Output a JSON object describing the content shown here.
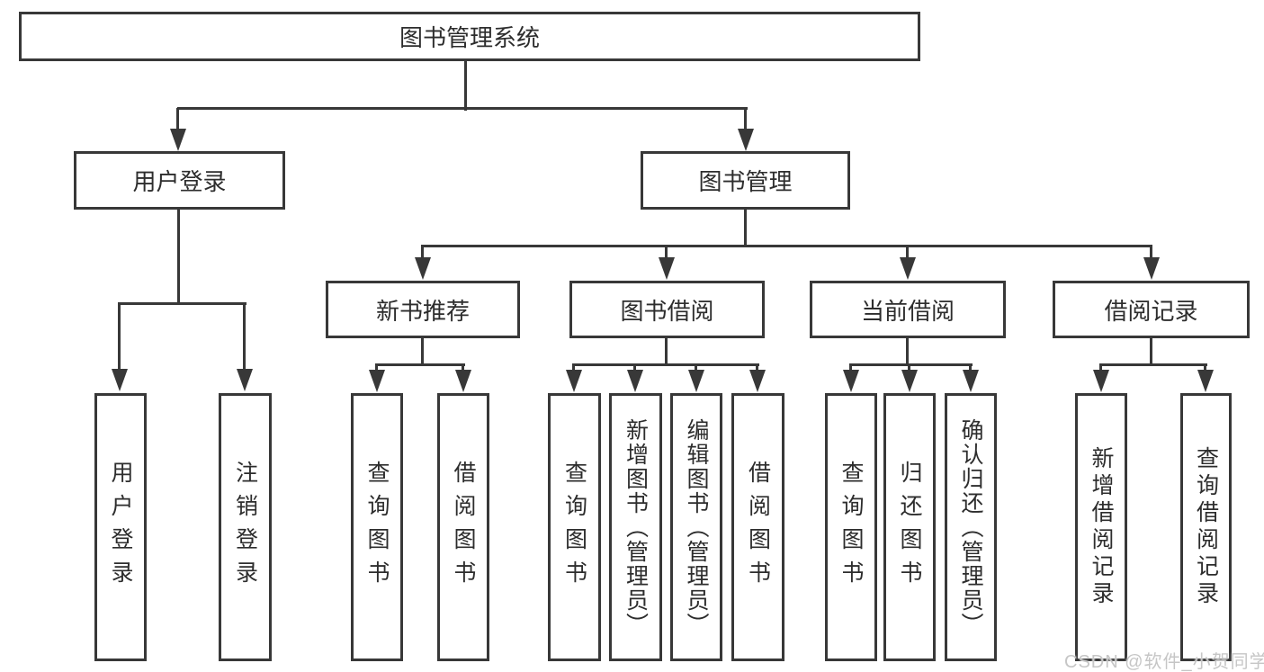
{
  "diagram_type": "hierarchy-tree",
  "tree": {
    "label": "图书管理系统",
    "children": [
      {
        "label": "用户登录",
        "children": [
          {
            "label": "用户登录"
          },
          {
            "label": "注销登录"
          }
        ]
      },
      {
        "label": "图书管理",
        "children": [
          {
            "label": "新书推荐",
            "children": [
              {
                "label": "查询图书"
              },
              {
                "label": "借阅图书"
              }
            ]
          },
          {
            "label": "图书借阅",
            "children": [
              {
                "label": "查询图书"
              },
              {
                "label": "新增图书（管理员）"
              },
              {
                "label": "编辑图书（管理员）"
              },
              {
                "label": "借阅图书"
              }
            ]
          },
          {
            "label": "当前借阅",
            "children": [
              {
                "label": "查询图书"
              },
              {
                "label": "归还图书"
              },
              {
                "label": "确认归还（管理员）"
              }
            ]
          },
          {
            "label": "借阅记录",
            "children": [
              {
                "label": "新增借阅记录"
              },
              {
                "label": "查询借阅记录"
              }
            ]
          }
        ]
      }
    ]
  },
  "watermark": "CSDN @软件_小贺同学",
  "colors": {
    "line_color": "#383838",
    "text_color": "#2d2d2d",
    "box_background": "#ffffff",
    "page_background": "#ffffff",
    "watermark_color": "#c6c6c6"
  }
}
